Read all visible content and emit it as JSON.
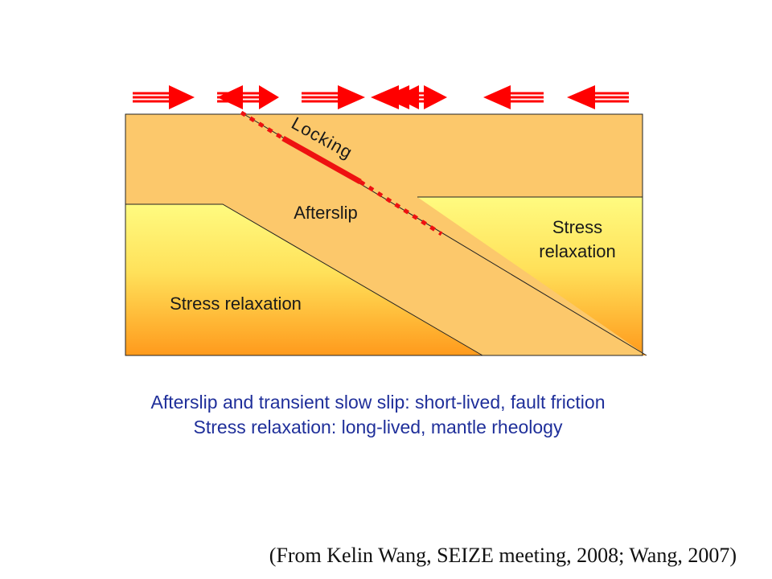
{
  "diagram": {
    "labels": {
      "locking": "Locking",
      "afterslip": "Afterslip",
      "stress_relaxation_right_line1": "Stress",
      "stress_relaxation_right_line2": "relaxation",
      "stress_relaxation_left": "Stress relaxation"
    },
    "arrows": [
      "right",
      "left",
      "right",
      "right",
      "left",
      "left",
      "left",
      "right",
      "left",
      "left"
    ]
  },
  "captions": {
    "line1": "Afterslip and transient slow slip: short-lived, fault friction",
    "line2": "Stress relaxation: long-lived, mantle rheology"
  },
  "source": "(From Kelin Wang, SEIZE meeting, 2008; Wang, 2007)",
  "colors": {
    "arrow_red": "#ff0000",
    "fault_red": "#ee1111",
    "crust_orange": "#fcc86b",
    "mantle_top": "#fffb80",
    "mantle_bottom": "#ff9a1c",
    "caption_blue": "#1f2f9a"
  }
}
